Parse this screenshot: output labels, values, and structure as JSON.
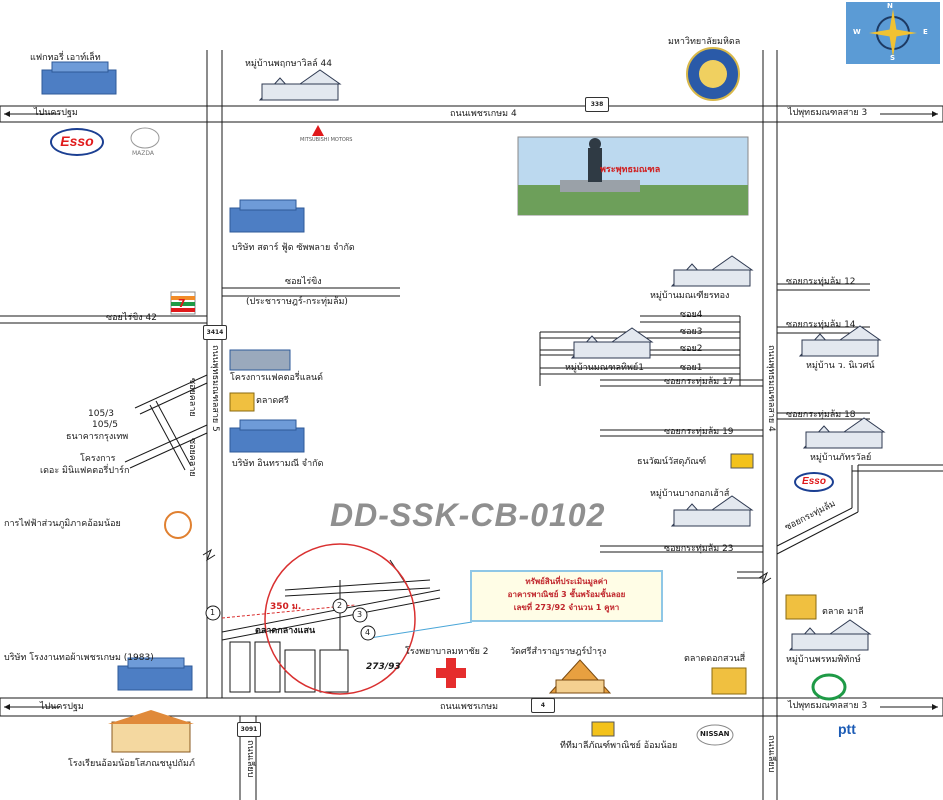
{
  "watermark": "DD-SSK-CB-0102",
  "compass": {
    "n": "N",
    "e": "E",
    "s": "S",
    "w": "W"
  },
  "roads": {
    "top_left": "ไปนครปฐม",
    "top_mid": "ถนนเพชรเกษม 4",
    "top_right": "ไปพุทธมณฑลสาย 3",
    "top_shield": "338",
    "bottom_left": "ไปนครปฐม",
    "bottom_mid": "ถนนเพชรเกษม",
    "bottom_right": "ไปพุทธมณฑลสาย 3",
    "bottom_shield": "4",
    "bottom_left_shield": "3091",
    "left_road_shield": "3414",
    "left_vertical": "ถนนพุทธมณฑลสาย 5",
    "right_vertical": "ถนนพุทธมณฑลสาย 4",
    "bottom_vertical_left": "ถนนเลียบ",
    "bottom_vertical_right": "ถนนเลียบ"
  },
  "sois": {
    "soi_rai_khing": "ซอยไร่ขิง",
    "soi_rai_khing_sub": "(ประชาราษฎร์-กระทุ่มล้ม)",
    "soi_rai_khing_42": "ซอยไร่ขิง 42",
    "soi_gat_12": "ซอยกระทุ่มล้ม 12",
    "soi_gat_14": "ซอยกระทุ่มล้ม 14",
    "soi_gat_17": "ซอยกระทุ่มล้ม 17",
    "soi_gat_18": "ซอยกระทุ่มล้ม 18",
    "soi_gat_19": "ซอยกระทุ่มล้ม 19",
    "soi_gat_23": "ซอยกระทุ่มล้ม 23",
    "soi_gat_diag": "ซอยกระทุ่มล้ม",
    "soi_1": "ซอย1",
    "soi_2": "ซอย2",
    "soi_3": "ซอย3",
    "soi_4": "ซอย4",
    "soi_left_a": "105/3",
    "soi_left_b": "105/5",
    "soi_left_c": "ซอยคลาย",
    "soi_left_d": "ซอยคลาย"
  },
  "places": {
    "factory_top": "แฟกทอรี่ เอาท์เล็ท",
    "village_44": "หมู่บ้านพฤกษาวิลล์ 44",
    "university": "มหาวิทยาลัยมหิดล",
    "buddha": "พระพุทธมณฑล",
    "star_food": "บริษัท สตาร์ ฟู้ด ซัพพลาย จำกัด",
    "factory_project": "โครงการแฟคตอรี่แลนด์",
    "market_sri": "ตลาดศรี",
    "bank": "ธนาคารกรุงเทพ",
    "project_mini": "โครงการ",
    "project_mini2": "เดอะ มินิแฟคตอรี่ปาร์ก",
    "intrawest": "บริษัท อินทรามณี จำกัด",
    "pea": "การไฟฟ้าส่วนภูมิภาคอ้อมน้อย",
    "village_thian": "หมู่บ้านมณเฑียรทอง",
    "village_mon": "หมู่บ้านมณฑลทิพย์1",
    "village_phiwat": "หมู่บ้าน ว. นิเวศน์",
    "village_thanya": "หมู่บ้านภัทรวัลย์",
    "thanachart": "ธนวัฒน์วัสดุภัณฑ์",
    "village_bangkok": "หมู่บ้านบางกอกเฮ้าส์",
    "market_mali": "ตลาด มาลี",
    "village_phrom": "หมู่บ้านพรหมพิทักษ์",
    "market_klang": "ตลาดกลางแสน",
    "hospital": "โรงพยาบาลมหาชัย 2",
    "temple": "วัดศรีสำราญราษฎร์บำรุง",
    "market_dok": "ตลาดดอกสวนสี่",
    "company_1983": "บริษัท โรงงานทอผ้าเพชรเกษม (1983)",
    "school": "โรงเรียนอ้อมน้อยโสภณชนูปถัมภ์",
    "shop_om": "ทีทีมาลีภัณฑ์พาณิชย์ อ้อมน้อย",
    "nissan": "NISSAN",
    "mazda": "MAZDA",
    "mitsubishi": "MITSUBISHI MOTORS",
    "esso": "Esso",
    "ptt": "ptt",
    "seven": "7",
    "distance": "350 ม.",
    "lot_code": "273/93",
    "callout_line1": "ทรัพย์สินที่ประเมินมูลค่า",
    "callout_line2": "อาคารพาณิชย์ 3 ชั้นพร้อมชั้นลอย",
    "callout_line3": "เลขที่ 273/92 จำนวน 1 คูหา",
    "markers": [
      "1",
      "2",
      "3",
      "4"
    ]
  },
  "colors": {
    "road": "#ffffff",
    "road_edge": "#1a1a1a",
    "circle": "#d93030",
    "callout_border": "#8fc7e6",
    "callout_text": "#c0262c",
    "compass_bg": "#5b9bd5",
    "cross": "#e52d2d",
    "esso_blue": "#1b3f92",
    "esso_red": "#e0191b",
    "building_blue": "#4d7ec4"
  }
}
